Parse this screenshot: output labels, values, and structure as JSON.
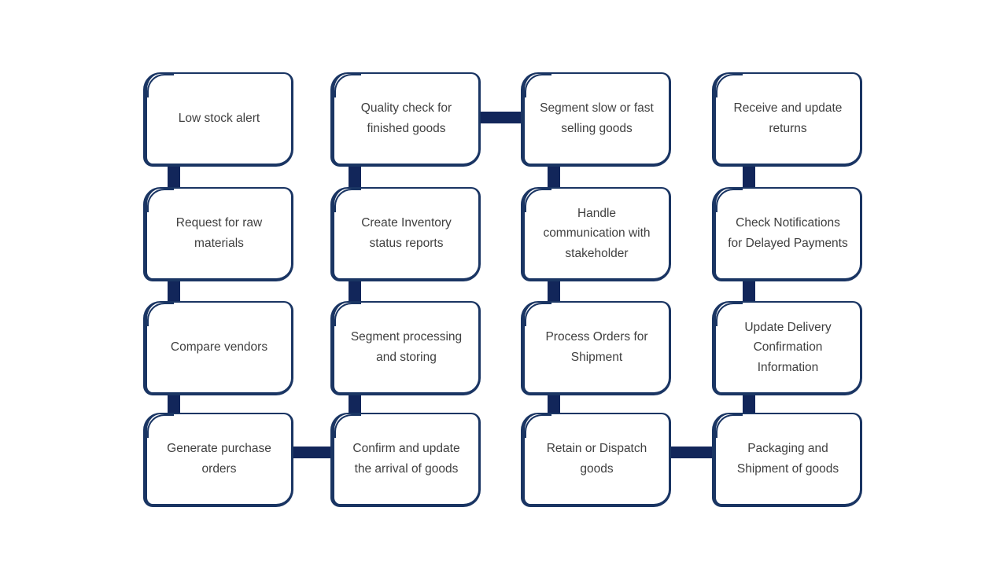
{
  "colors": {
    "box_border": "#1a3563",
    "connector": "#12265a",
    "text": "#404040",
    "box_fill": "#ffffff",
    "background": "#ffffff"
  },
  "diagram": {
    "type": "flowchart",
    "grid": {
      "columns": 4,
      "rows": 4
    },
    "nodes": [
      {
        "id": 0,
        "column": 1,
        "row": 1,
        "label": "Low stock alert"
      },
      {
        "id": 1,
        "column": 1,
        "row": 2,
        "label": "Request for raw materials"
      },
      {
        "id": 2,
        "column": 1,
        "row": 3,
        "label": "Compare vendors"
      },
      {
        "id": 3,
        "column": 1,
        "row": 4,
        "label": "Generate purchase orders"
      },
      {
        "id": 4,
        "column": 2,
        "row": 1,
        "label": "Quality check for finished goods"
      },
      {
        "id": 5,
        "column": 2,
        "row": 2,
        "label": "Create Inventory status reports"
      },
      {
        "id": 6,
        "column": 2,
        "row": 3,
        "label": "Segment processing and storing"
      },
      {
        "id": 7,
        "column": 2,
        "row": 4,
        "label": "Confirm and update the arrival of goods"
      },
      {
        "id": 8,
        "column": 3,
        "row": 1,
        "label": "Segment slow or fast selling goods"
      },
      {
        "id": 9,
        "column": 3,
        "row": 2,
        "label": "Handle communication with stakeholder"
      },
      {
        "id": 10,
        "column": 3,
        "row": 3,
        "label": "Process Orders for Shipment"
      },
      {
        "id": 11,
        "column": 3,
        "row": 4,
        "label": "Retain or Dispatch goods"
      },
      {
        "id": 12,
        "column": 4,
        "row": 1,
        "label": "Receive and update returns"
      },
      {
        "id": 13,
        "column": 4,
        "row": 2,
        "label": "Check Notifications for Delayed Payments"
      },
      {
        "id": 14,
        "column": 4,
        "row": 3,
        "label": "Update Delivery Confirmation Information"
      },
      {
        "id": 15,
        "column": 4,
        "row": 4,
        "label": "Packaging and Shipment of goods"
      }
    ],
    "links": [
      {
        "from": 0,
        "to": 1,
        "orientation": "vertical"
      },
      {
        "from": 1,
        "to": 2,
        "orientation": "vertical"
      },
      {
        "from": 2,
        "to": 3,
        "orientation": "vertical"
      },
      {
        "from": 3,
        "to": 7,
        "orientation": "horizontal"
      },
      {
        "from": 7,
        "to": 6,
        "orientation": "vertical"
      },
      {
        "from": 6,
        "to": 5,
        "orientation": "vertical"
      },
      {
        "from": 5,
        "to": 4,
        "orientation": "vertical"
      },
      {
        "from": 4,
        "to": 8,
        "orientation": "horizontal"
      },
      {
        "from": 8,
        "to": 9,
        "orientation": "vertical"
      },
      {
        "from": 9,
        "to": 10,
        "orientation": "vertical"
      },
      {
        "from": 10,
        "to": 11,
        "orientation": "vertical"
      },
      {
        "from": 11,
        "to": 15,
        "orientation": "horizontal"
      },
      {
        "from": 15,
        "to": 14,
        "orientation": "vertical"
      },
      {
        "from": 14,
        "to": 13,
        "orientation": "vertical"
      },
      {
        "from": 13,
        "to": 12,
        "orientation": "vertical"
      }
    ],
    "flow_sequence": [
      "Low stock alert",
      "Request for raw materials",
      "Compare vendors",
      "Generate purchase orders",
      "Confirm and update the arrival of goods",
      "Segment processing and storing",
      "Create Inventory status reports",
      "Quality check for finished goods",
      "Segment slow or fast selling goods",
      "Handle communication with stakeholder",
      "Process Orders for Shipment",
      "Retain or Dispatch goods",
      "Packaging and Shipment of goods",
      "Update Delivery Confirmation Information",
      "Check Notifications for Delayed Payments",
      "Receive and update returns"
    ]
  }
}
